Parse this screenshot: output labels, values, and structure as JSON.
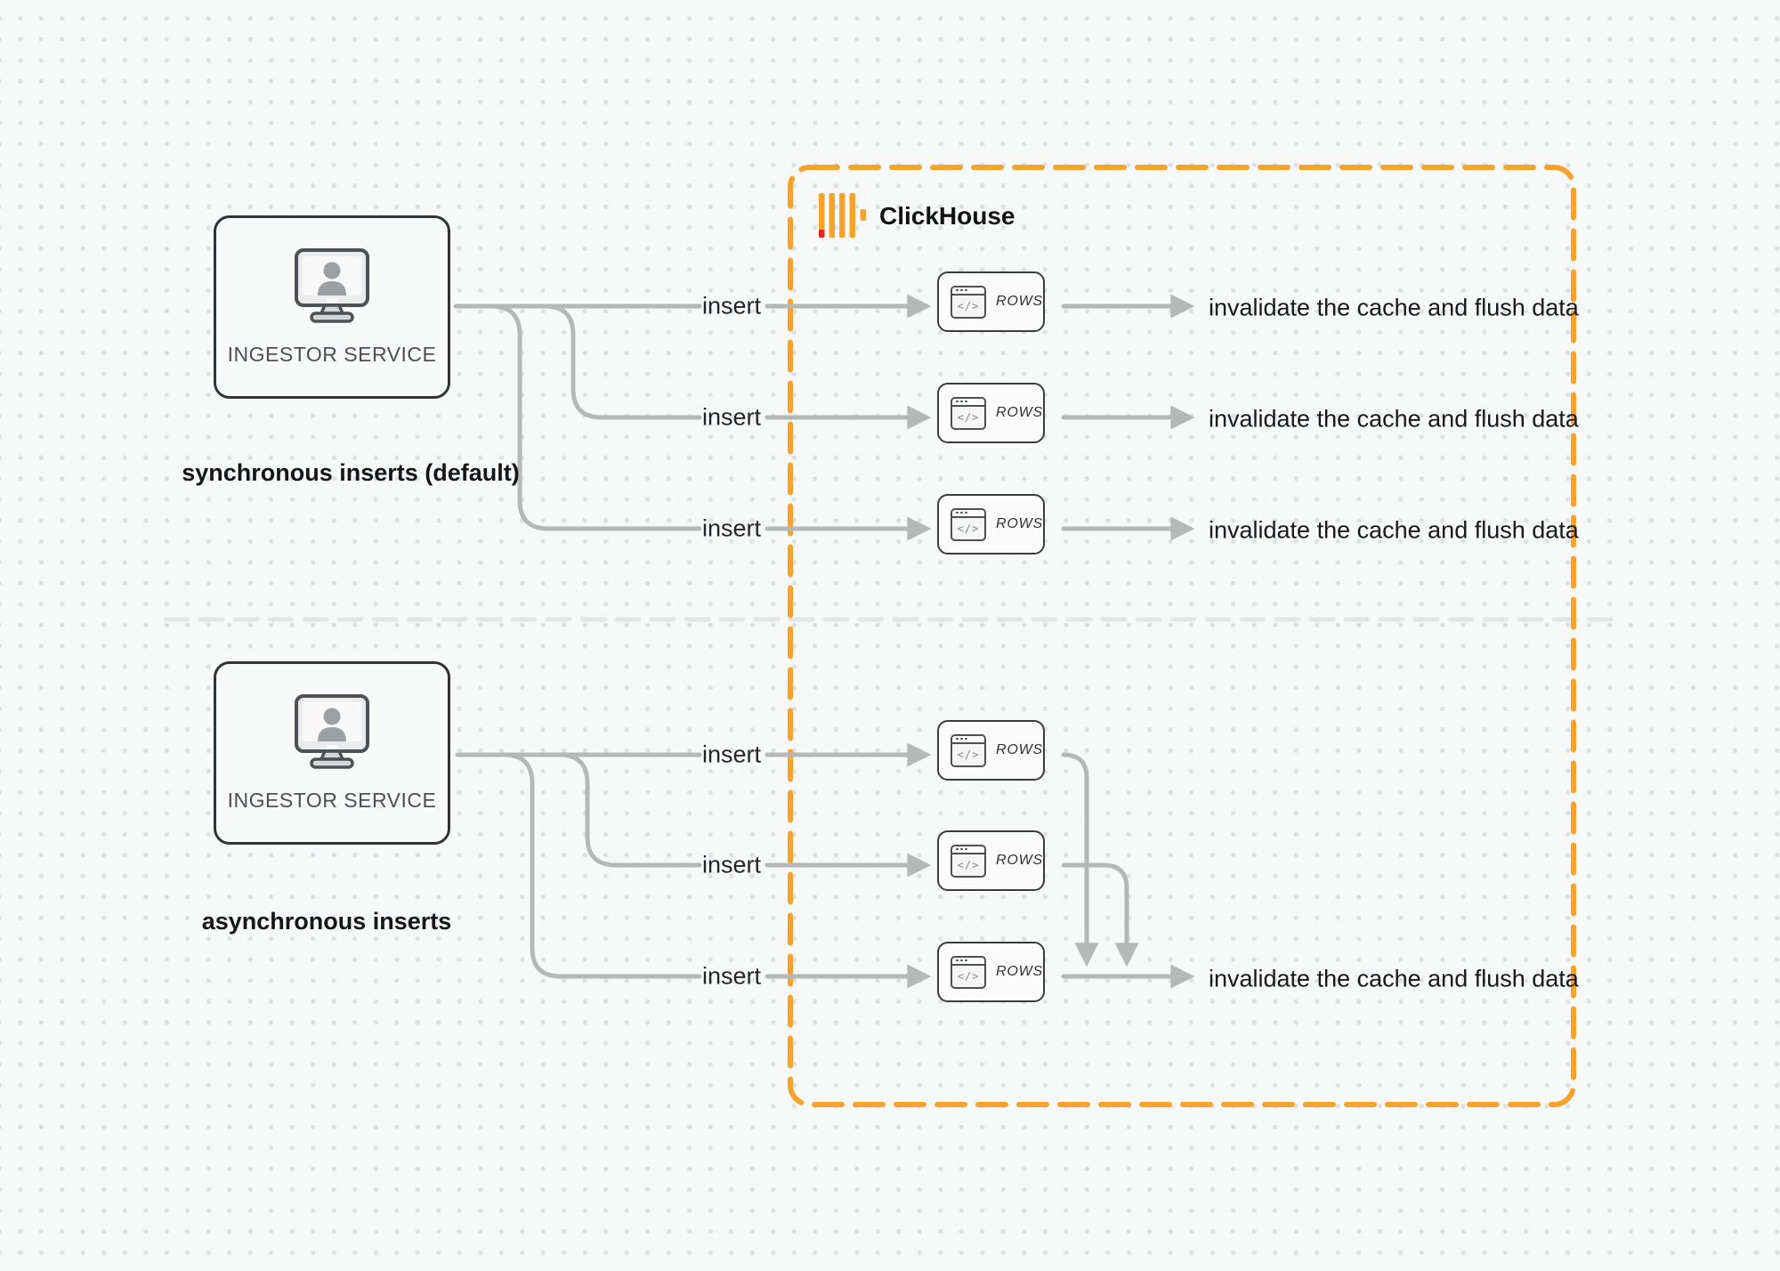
{
  "clickhouse_box": {
    "logo_icon": "clickhouse-logo",
    "label": "ClickHouse"
  },
  "sync_section": {
    "service_label": "INGESTOR SERVICE",
    "service_icon": "monitor-user-icon",
    "caption": "synchronous inserts (default)",
    "rows": [
      {
        "insert_label": "insert",
        "node_label": "ROWS",
        "result_label": "invalidate the cache and flush data"
      },
      {
        "insert_label": "insert",
        "node_label": "ROWS",
        "result_label": "invalidate the cache and flush data"
      },
      {
        "insert_label": "insert",
        "node_label": "ROWS",
        "result_label": "invalidate the cache and flush data"
      }
    ]
  },
  "async_section": {
    "service_label": "INGESTOR SERVICE",
    "service_icon": "monitor-user-icon",
    "caption": "asynchronous inserts",
    "rows": [
      {
        "insert_label": "insert",
        "node_label": "ROWS"
      },
      {
        "insert_label": "insert",
        "node_label": "ROWS"
      },
      {
        "insert_label": "insert",
        "node_label": "ROWS"
      }
    ],
    "result_label": "invalidate the cache and flush data"
  },
  "rows_card": {
    "icon": "code-window-icon",
    "icon_glyph": "</>"
  },
  "colors": {
    "accent_orange": "#F7A32B",
    "logo_red": "#E8251F",
    "line_gray": "#B6B7B7",
    "divider_gray": "#E4E5E6",
    "box_border_dark": "#2F3437",
    "background": "#F7F8F8"
  }
}
